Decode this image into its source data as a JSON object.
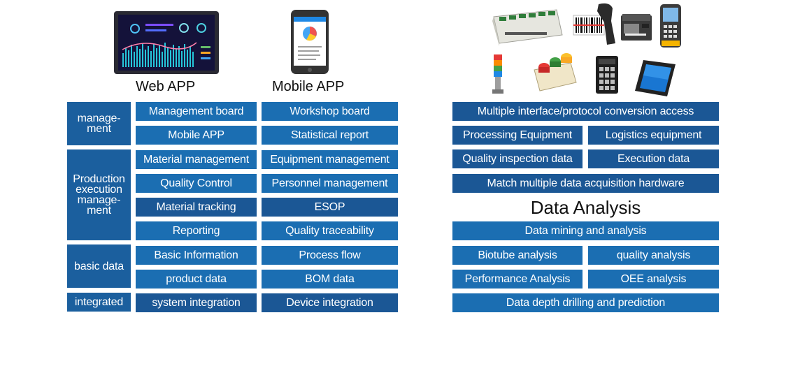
{
  "captions": {
    "web": "Web APP",
    "mobile": "Mobile APP"
  },
  "left": {
    "categories": [
      {
        "label": "manage- ment"
      },
      {
        "label": "Production execution manage- ment"
      },
      {
        "label": "basic data"
      },
      {
        "label": "integrated"
      }
    ],
    "col1": [
      "Management board",
      "Mobile APP",
      "Material management",
      "Quality Control",
      "Material tracking",
      "Reporting",
      "Basic Information",
      "product data",
      "system integration"
    ],
    "col2": [
      "Workshop board",
      "Statistical report",
      "Equipment management",
      "Personnel management",
      "ESOP",
      "Quality traceability",
      "Process flow",
      "BOM data",
      "Device integration"
    ]
  },
  "right": {
    "row1": "Multiple interface/protocol conversion access",
    "row2": [
      "Processing Equipment",
      "Logistics equipment"
    ],
    "row3": [
      "Quality inspection data",
      "Execution data"
    ],
    "row4": "Match multiple data acquisition hardware",
    "heading": "Data Analysis",
    "row5": "Data mining and analysis",
    "row6": [
      "Biotube analysis",
      "quality analysis"
    ],
    "row7": [
      "Performance Analysis",
      "OEE analysis"
    ],
    "row8": "Data depth drilling and prediction"
  },
  "colors": {
    "primary": "#1b6eb2",
    "dark": "#1b5795"
  },
  "icons": [
    "tablet-dashboard-icon",
    "phone-app-icon",
    "plc-module-icon",
    "barcode-scanner-icon",
    "label-printer-icon",
    "handheld-terminal-icon",
    "signal-tower-icon",
    "push-button-station-icon",
    "keypad-icon",
    "rugged-tablet-icon"
  ]
}
